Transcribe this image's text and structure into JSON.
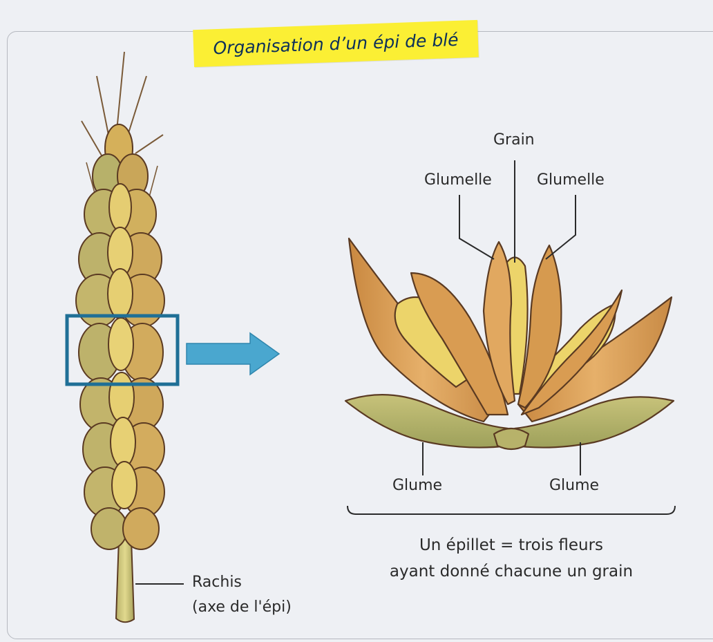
{
  "title": "Organisation d’un épi de blé",
  "labels": {
    "grain": "Grain",
    "glumelle_left": "Glumelle",
    "glumelle_right": "Glumelle",
    "glume_left": "Glume",
    "glume_right": "Glume",
    "rachis": "Rachis",
    "rachis_sub": "(axe de l'épi)"
  },
  "caption": {
    "line1": "Un épillet = trois fleurs",
    "line2": "ayant donné chacune un grain"
  },
  "colors": {
    "title_banner": "#fbef34",
    "title_text": "#0c2f5a",
    "highlight_box": "#1f6f96",
    "arrow": "#4aa7cf",
    "glumelle": "#d9a056",
    "glume": "#b6b56e",
    "grain": "#ecd46a",
    "outline": "#5a3a22"
  }
}
